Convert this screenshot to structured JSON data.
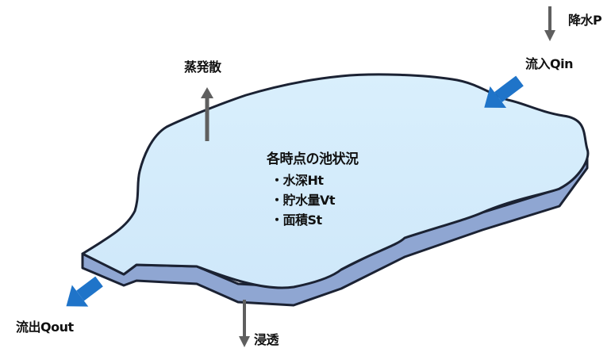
{
  "labels": {
    "rain": "降水P",
    "inflow": "流入Qin",
    "evaporation": "蒸発散",
    "outflow": "流出Qout",
    "infiltration": "浸透"
  },
  "pond_state": {
    "title": "各時点の池状況",
    "items": [
      "・水深Ht",
      "・貯水量Vt",
      "・面積St"
    ]
  },
  "colors": {
    "water_top": "#d4ecfb",
    "water_side": "#8fa6d2",
    "outline": "#1b2233",
    "flow_arrow": "#1f74c9",
    "gray_arrow": "#5f5f5f"
  }
}
